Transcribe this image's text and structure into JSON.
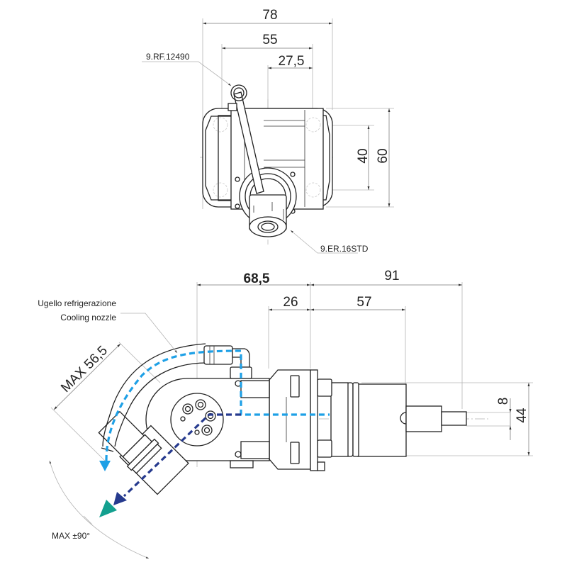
{
  "top_view": {
    "dimensions": {
      "overall_width": "78",
      "inner_width": "55",
      "half_width": "27,5",
      "bolt_spacing": "40",
      "overall_height": "60"
    },
    "callouts": {
      "coolant_fitting": "9.RF.12490",
      "collet_nut": "9.ER.16STD"
    }
  },
  "side_view": {
    "dimensions": {
      "reach": "68,5",
      "flange_offset": "26",
      "total_length": "91",
      "shank_length": "57",
      "shank_diameter": "8",
      "body_diameter": "44",
      "max_length": "MAX 56,5"
    },
    "nozzle_label": {
      "line1": "Ugello refrigerazione",
      "line2": "Cooling nozzle"
    },
    "rotation_label": "MAX ±90°"
  },
  "colors": {
    "coolant_path": "#1ea0e6",
    "spindle_axis": "#263a8e",
    "direction_marker": "#13a08f"
  }
}
